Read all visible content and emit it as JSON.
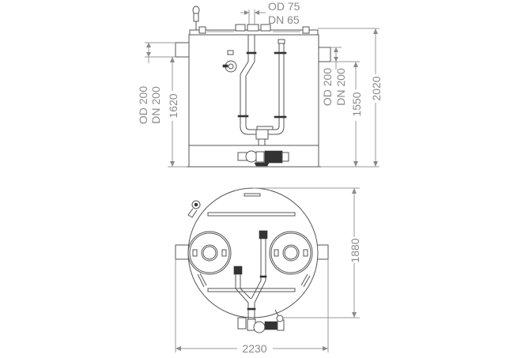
{
  "drawing": {
    "line_color": "#555555",
    "dimension_color": "#8a8a8a",
    "background": "#ffffff"
  },
  "side_view": {
    "top_pipe": {
      "od": "OD 75",
      "dn": "DN 65"
    },
    "left_inlet": {
      "od": "OD  200",
      "dn": "DN 200",
      "height": "1620"
    },
    "right_inlet": {
      "od": "OD 200",
      "dn": "DN 200",
      "height": "1550"
    },
    "total_height": "2020"
  },
  "plan_view": {
    "diameter": "1880",
    "overall_width": "2230"
  }
}
